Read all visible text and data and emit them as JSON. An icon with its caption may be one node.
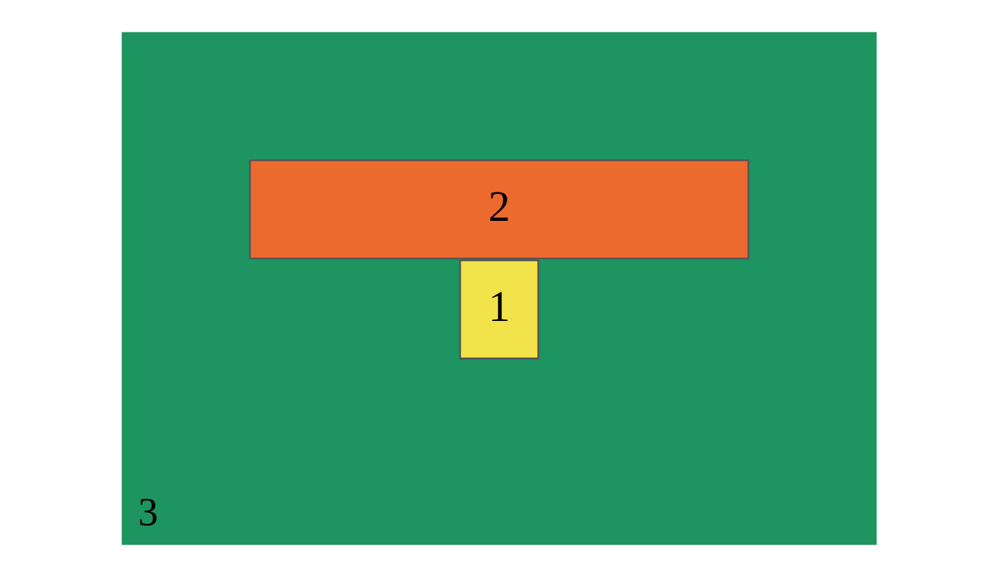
{
  "diagram": {
    "nodes": [
      {
        "text": [
          "3"
        ]
      },
      {
        "text": [
          "1"
        ],
        "in": 0
      },
      {
        "text": [
          "2"
        ],
        "in": 0
      }
    ],
    "edges": []
  }
}
